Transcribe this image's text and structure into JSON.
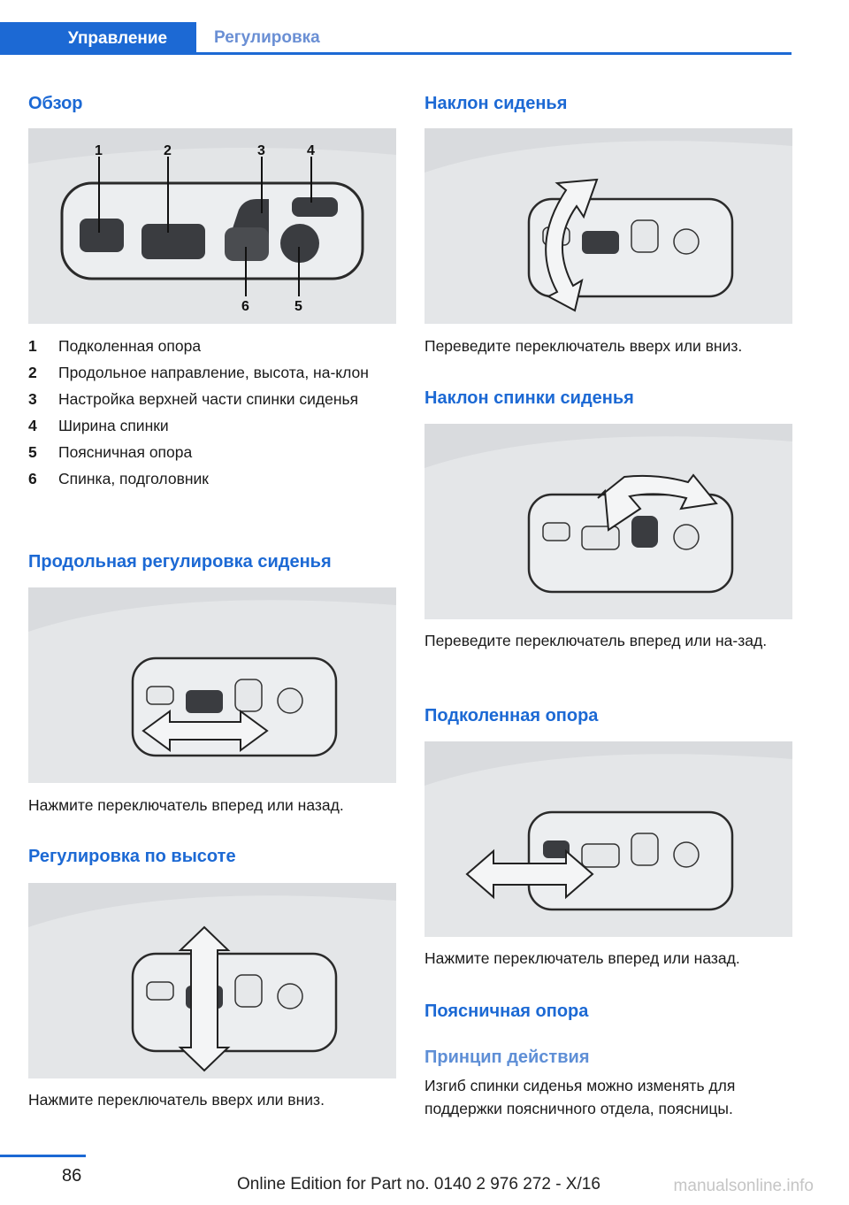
{
  "header": {
    "tab_active": "Управление",
    "tab_inactive": "Регулировка"
  },
  "left": {
    "overview_title": "Обзор",
    "callouts": [
      "1",
      "2",
      "3",
      "4",
      "5",
      "6"
    ],
    "legend": [
      {
        "num": "1",
        "text": "Подколенная опора"
      },
      {
        "num": "2",
        "text": "Продольное направление, высота, на-клон"
      },
      {
        "num": "3",
        "text": "Настройка верхней части спинки сиденья"
      },
      {
        "num": "4",
        "text": "Ширина спинки"
      },
      {
        "num": "5",
        "text": "Поясничная опора"
      },
      {
        "num": "6",
        "text": "Спинка, подголовник"
      }
    ],
    "longitudinal_title": "Продольная регулировка сиденья",
    "longitudinal_text": "Нажмите переключатель вперед или назад.",
    "height_title": "Регулировка по высоте",
    "height_text": "Нажмите переключатель вверх или вниз."
  },
  "right": {
    "tilt_title": "Наклон сиденья",
    "tilt_text": "Переведите переключатель вверх или вниз.",
    "backrest_title": "Наклон спинки сиденья",
    "backrest_text": "Переведите переключатель вперед или на-зад.",
    "knee_title": "Подколенная опора",
    "knee_text": "Нажмите переключатель вперед или назад.",
    "lumbar_title": "Поясничная опора",
    "lumbar_sub": "Принцип действия",
    "lumbar_text": "Изгиб спинки сиденья можно изменять для поддержки поясничного отдела, поясницы."
  },
  "footer": {
    "page_number": "86",
    "edition": "Online Edition for Part no. 0140 2 976 272 - X/16",
    "watermark": "manualsonline.info"
  },
  "colors": {
    "accent": "#1c69d4",
    "figure_bg": "#d7d9dc"
  }
}
